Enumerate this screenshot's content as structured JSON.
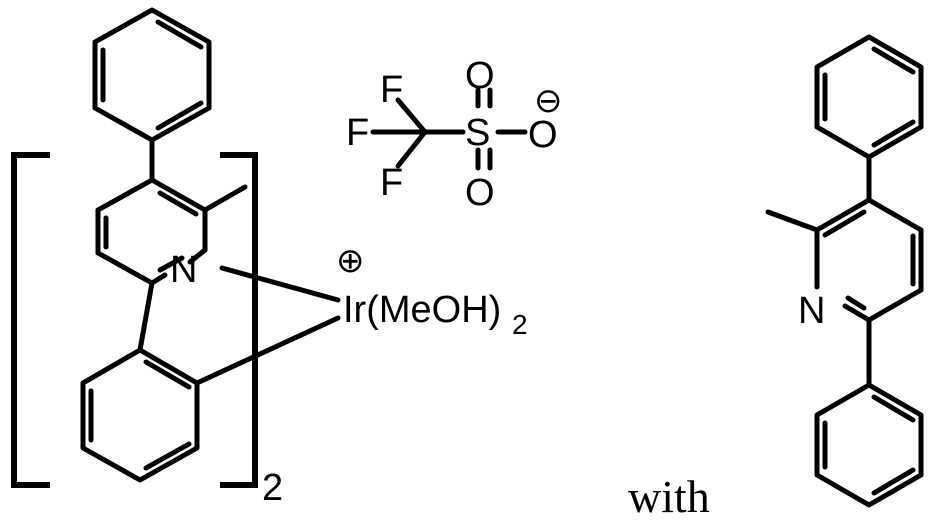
{
  "complex": {
    "nitrogen": "N",
    "metal_center": "Ir(MeOH)",
    "metal_center_subscript": "2",
    "bracket_multiplier": "2",
    "cation_charge": "⊕"
  },
  "counterion": {
    "fluorine_1": "F",
    "fluorine_2": "F",
    "fluorine_3": "F",
    "sulfur": "S",
    "oxygen_top": "O",
    "oxygen_right": "O",
    "oxygen_bottom": "O",
    "anion_charge": "⊖"
  },
  "connector_word": "with",
  "ligand": {
    "nitrogen": "N"
  }
}
